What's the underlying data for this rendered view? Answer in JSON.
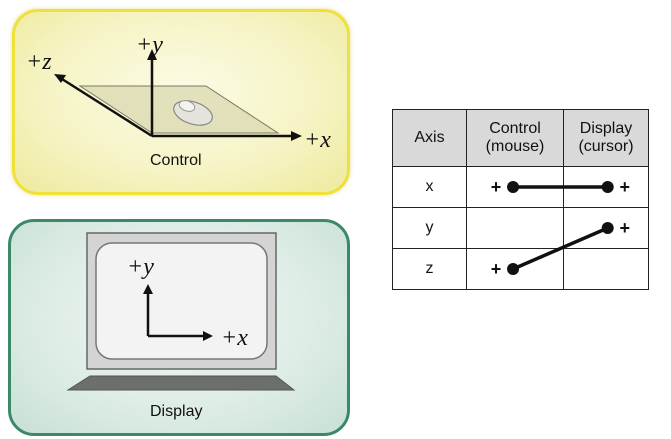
{
  "control": {
    "caption": "Control",
    "axis_x": "+x",
    "axis_y": "+y",
    "axis_z": "+z"
  },
  "display": {
    "caption": "Display",
    "axis_x": "+x",
    "axis_y": "+y"
  },
  "table": {
    "headers": [
      "Axis",
      "Control\n(mouse)",
      "Display\n(cursor)"
    ],
    "rows": [
      {
        "axis": "x"
      },
      {
        "axis": "y"
      },
      {
        "axis": "z"
      }
    ],
    "sign": "+",
    "mappings": [
      {
        "control_axis": "x",
        "display_axis": "x"
      },
      {
        "control_axis": "z",
        "display_axis": "y"
      }
    ]
  },
  "colors": {
    "control_border": "#f0e03a",
    "display_border": "#3a8a6a",
    "header_fill": "#d9d9d9"
  }
}
